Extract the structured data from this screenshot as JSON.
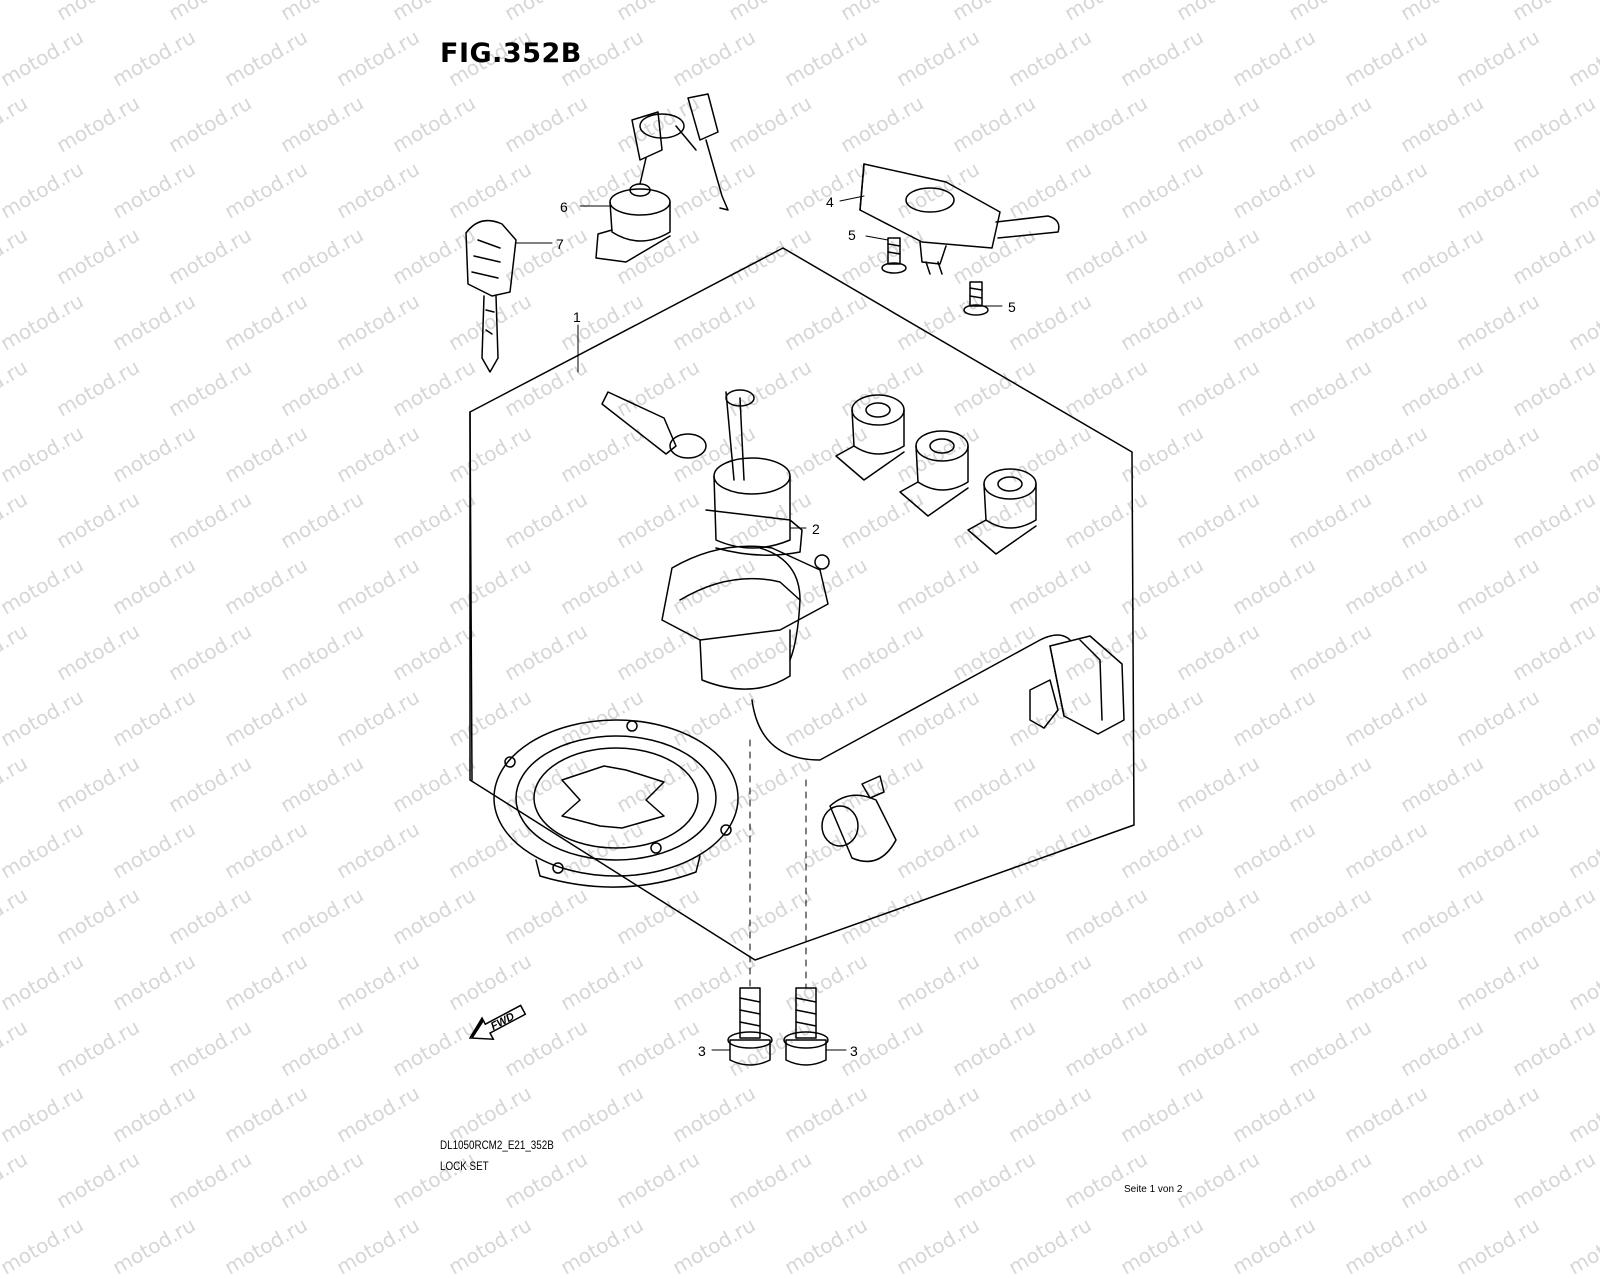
{
  "figure": {
    "title": "FIG.352B",
    "code": "DL1050RCM2_E21_352B",
    "subtitle": "LOCK SET"
  },
  "watermark": "motod.ru",
  "callouts": [
    {
      "key": "lock-set-box",
      "number": "1"
    },
    {
      "key": "ignition-switch",
      "number": "2"
    },
    {
      "key": "bolt-left",
      "number": "3"
    },
    {
      "key": "bolt-right",
      "number": "3"
    },
    {
      "key": "immobilizer-antenna",
      "number": "4"
    },
    {
      "key": "screw-upper",
      "number": "5"
    },
    {
      "key": "screw-lower",
      "number": "5"
    },
    {
      "key": "seat-lock",
      "number": "6"
    },
    {
      "key": "blank-key",
      "number": "7"
    }
  ],
  "direction_marker": "FWD",
  "footer": {
    "page": "Seite 1 von 2"
  }
}
